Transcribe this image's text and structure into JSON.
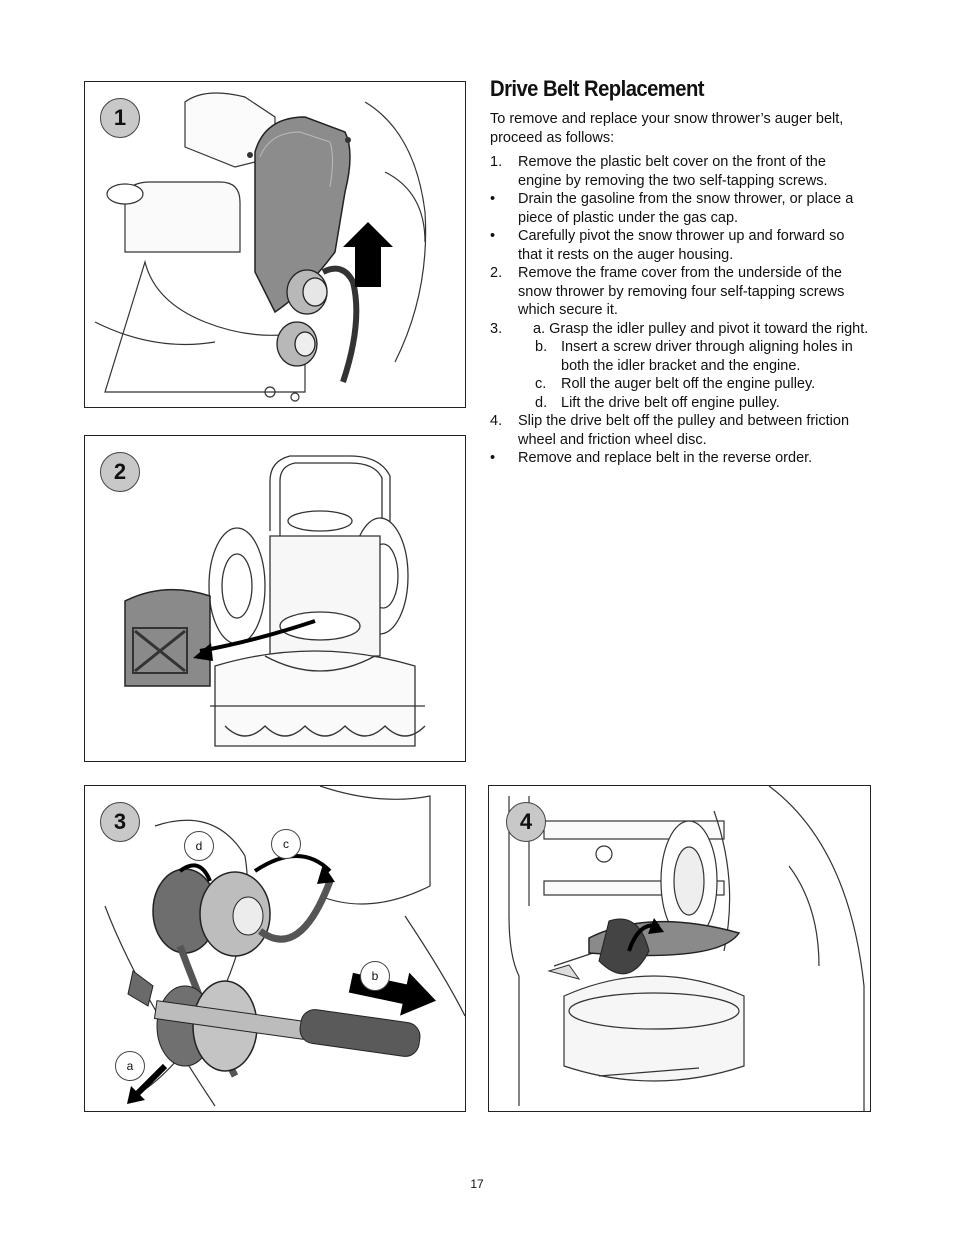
{
  "section_title": "Drive Belt Replacement",
  "intro": "To remove and replace your snow thrower’s auger belt, proceed as follows:",
  "steps": [
    {
      "marker": "1.",
      "text": "Remove the plastic belt cover on the front of the engine by removing the two self-tapping screws."
    },
    {
      "marker": "•",
      "text": "Drain the gasoline from the snow thrower, or place a piece of plastic under the gas cap."
    },
    {
      "marker": "•",
      "text": "Carefully pivot the snow thrower up and forward so that it rests on the auger housing."
    },
    {
      "marker": "2.",
      "text": "Remove the frame cover from the underside of the snow thrower by removing four self-tapping screws which secure it."
    },
    {
      "marker": "3.",
      "text": "a.   Grasp the idler pulley and pivot it toward the right."
    },
    {
      "marker": "b.",
      "text": "Insert a screw driver through aligning holes in both the idler bracket and the engine."
    },
    {
      "marker": "c.",
      "text": "Roll the auger belt off the engine pulley."
    },
    {
      "marker": "d.",
      "text": "Lift the drive belt off engine pulley."
    },
    {
      "marker": "4.",
      "text": "Slip the drive belt off the pulley and between friction wheel and friction wheel disc."
    },
    {
      "marker": "•",
      "text": "Remove and replace belt in the reverse order."
    }
  ],
  "figures": {
    "fig1": {
      "number": "1"
    },
    "fig2": {
      "number": "2"
    },
    "fig3": {
      "number": "3",
      "callouts": {
        "a": "a",
        "b": "b",
        "c": "c",
        "d": "d"
      }
    },
    "fig4": {
      "number": "4"
    }
  },
  "page_number": "17"
}
